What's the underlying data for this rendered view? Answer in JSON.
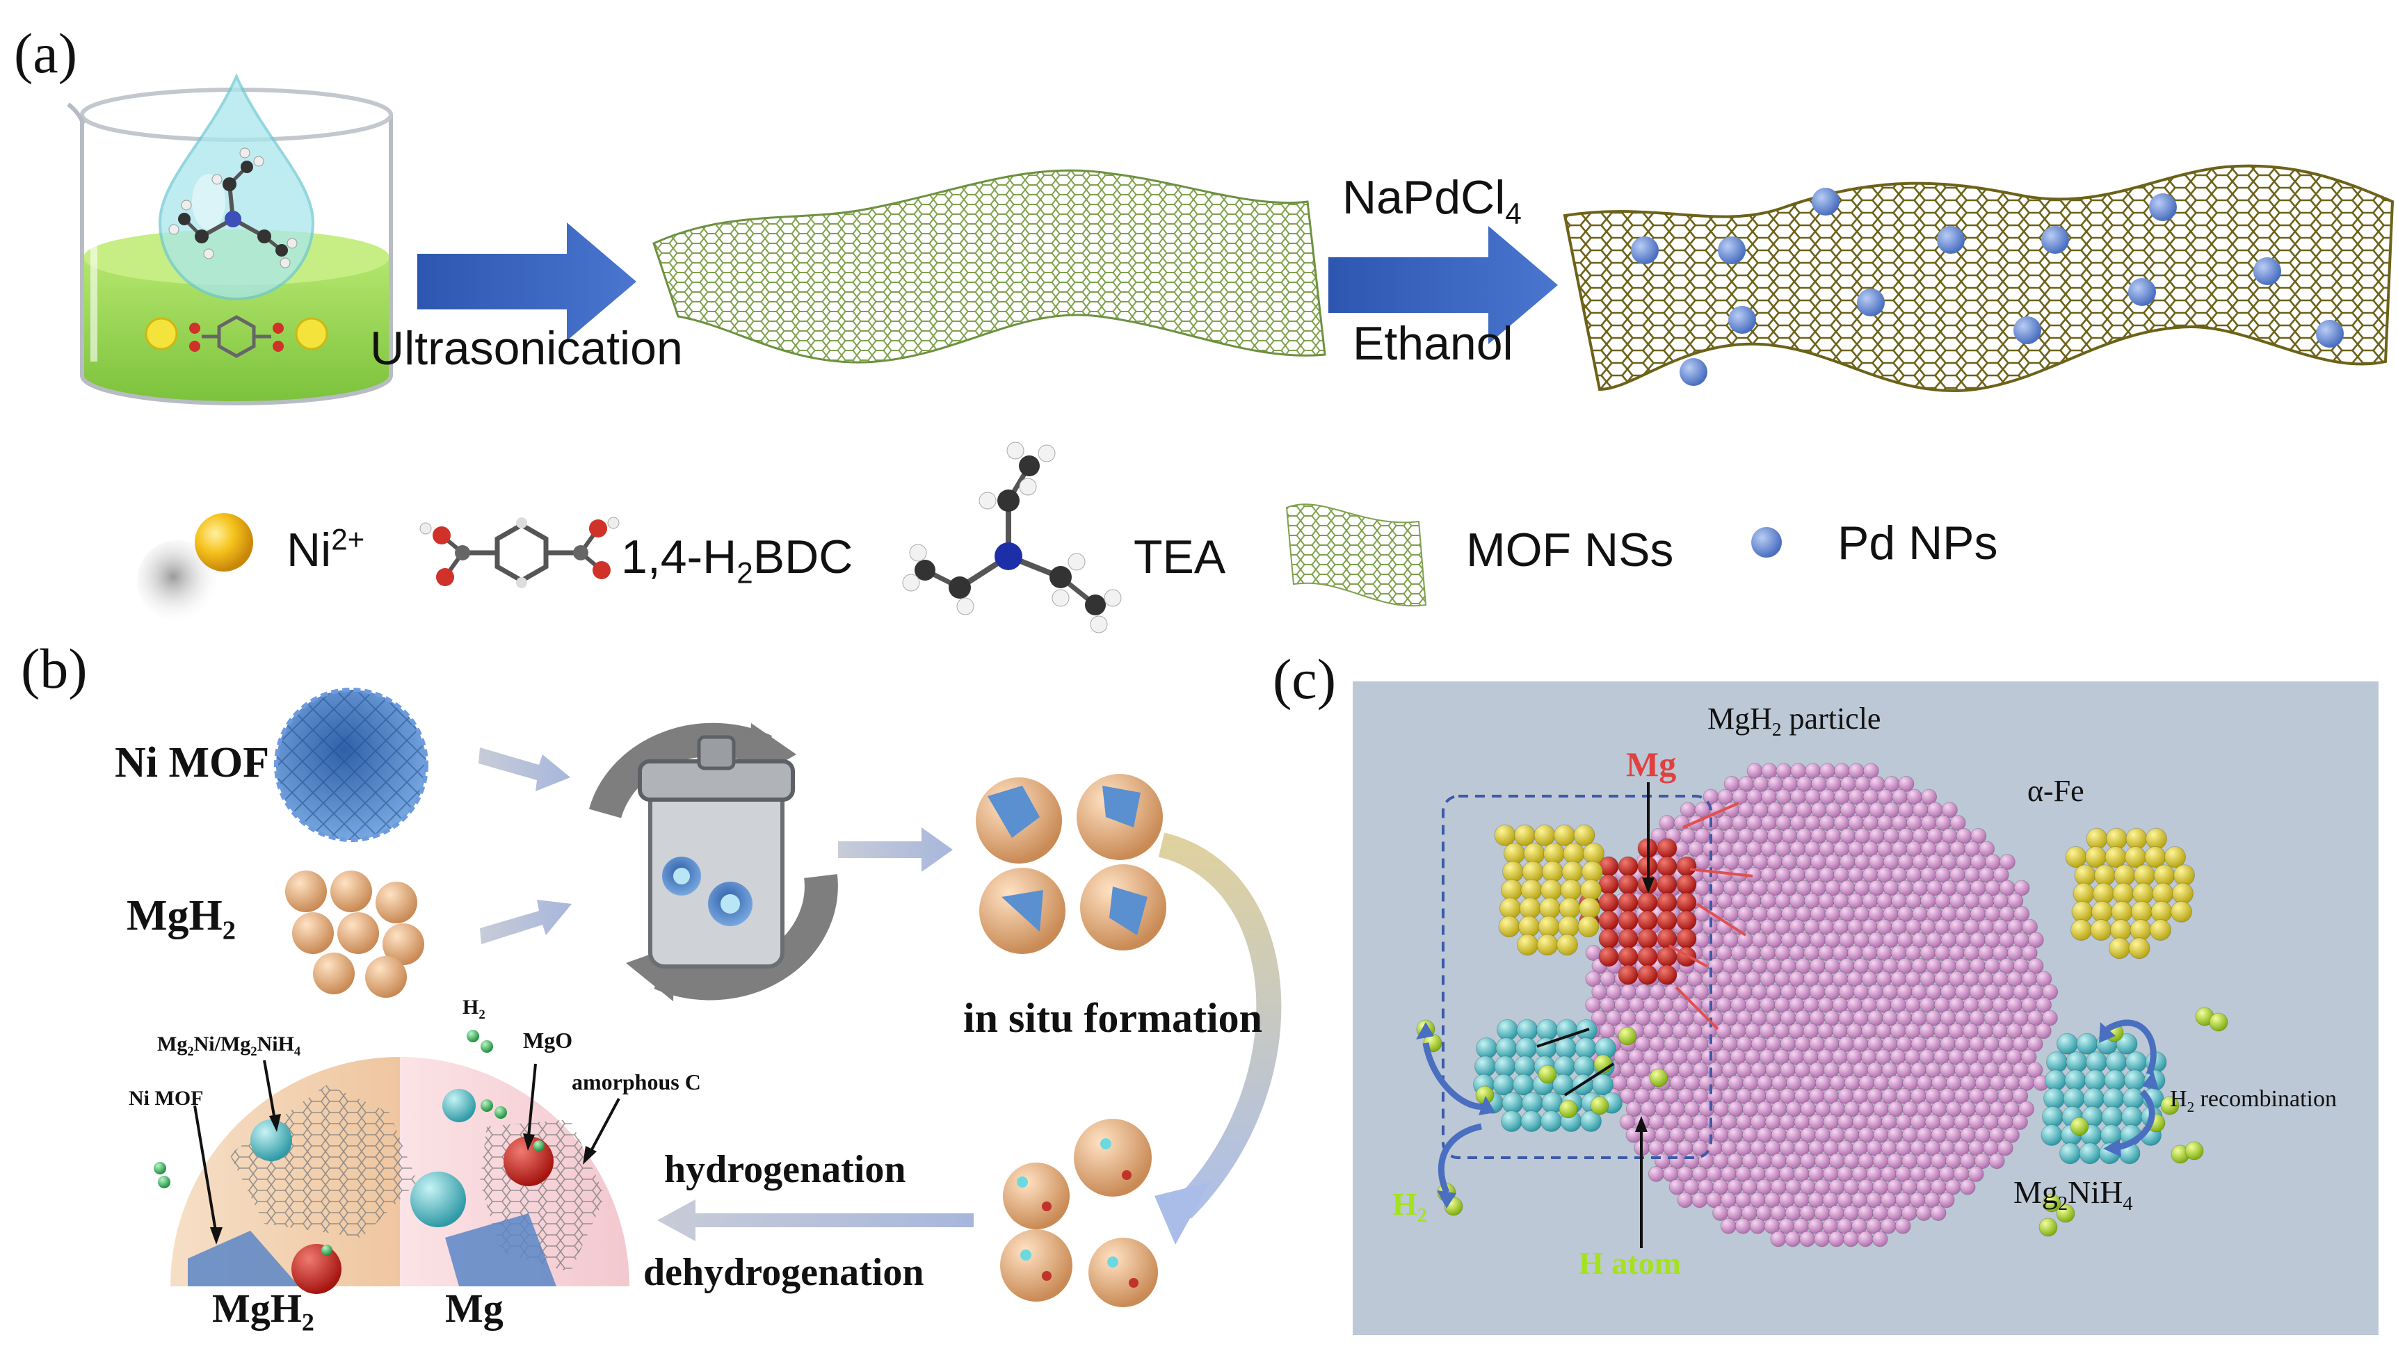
{
  "panels": {
    "a": {
      "letter": "(a)",
      "step1": "Ultrasonication",
      "reagent_main": "NaPdCl",
      "reagent_sub": "4",
      "solvent": "Ethanol",
      "legend": {
        "ni_main": "Ni",
        "ni_sup": "2+",
        "bdc_pre": "1,4-H",
        "bdc_sub": "2",
        "bdc_post": "BDC",
        "tea": "TEA",
        "mof": "MOF NSs",
        "pd": "Pd NPs"
      }
    },
    "b": {
      "letter": "(b)",
      "ni_mof": "Ni MOF",
      "mgh2_main": "MgH",
      "mgh2_sub": "2",
      "in_situ": "in situ formation",
      "hydrogenation": "hydrogenation",
      "dehydrogenation": "dehydrogenation",
      "h2_main": "H",
      "h2_sub": "2",
      "mgo": "MgO",
      "amorphous": "amorphous C",
      "mg2ni_a": "Mg",
      "mg2ni_b": "2",
      "mg2ni_c": "Ni/Mg",
      "mg2ni_d": "2",
      "mg2ni_e": "NiH",
      "mg2ni_f": "4",
      "ni_mof_small": "Ni MOF",
      "bottom_mgh2_main": "MgH",
      "bottom_mgh2_sub": "2",
      "bottom_mg": "Mg"
    },
    "c": {
      "letter": "(c)",
      "particle_main": "MgH",
      "particle_sub": "2",
      "particle_post": " particle",
      "mg": "Mg",
      "alpha_fe": "α-Fe",
      "h2_main": "H",
      "h2_sub": "2",
      "h_atom": "H atom",
      "recomb_main": "H",
      "recomb_sub": "2",
      "recomb_post": " recombination",
      "mg2nih4_a": "Mg",
      "mg2nih4_b": "2",
      "mg2nih4_c": "NiH",
      "mg2nih4_d": "4"
    }
  },
  "colors": {
    "arrow_blue": "#3d62b8",
    "beaker_green": "#8fd14f",
    "mof_green": "#7fa14c",
    "pd_blue": "#6f8fd1",
    "ni_gold": "#f0b418",
    "panel_c_bg": "#bcc8d6",
    "mg_red": "#d6352b",
    "h_green": "#a8d820",
    "mgh2_pink": "#d99ad6",
    "fe_yellow": "#e6d63a",
    "mg2nih4_cyan": "#5fc7cf",
    "copper": "#e4b58a"
  }
}
